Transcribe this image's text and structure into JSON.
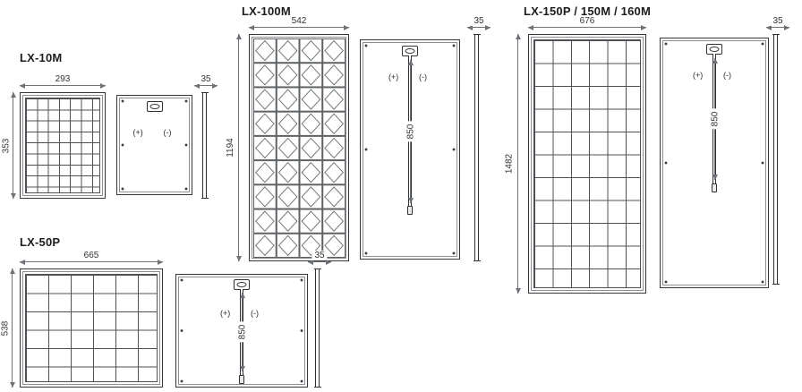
{
  "drawing": {
    "panels": [
      {
        "id": "lx-10m",
        "title": "LX-10M",
        "width": "293",
        "height": "353",
        "thickness": "35",
        "plus": "(+)",
        "minus": "(-)"
      },
      {
        "id": "lx-100m",
        "title": "LX-100M",
        "width": "542",
        "height": "1194",
        "thickness": "35",
        "cable_length": "850",
        "plus": "(+)",
        "minus": "(-)"
      },
      {
        "id": "lx-150",
        "title": "LX-150P / 150M / 160M",
        "width": "676",
        "height": "1482",
        "thickness": "35",
        "cable_length": "850",
        "plus": "(+)",
        "minus": "(-)"
      },
      {
        "id": "lx-50p",
        "title": "LX-50P",
        "width": "665",
        "height": "538",
        "thickness": "35",
        "cable_length": "850",
        "plus": "(+)",
        "minus": "(-)"
      }
    ],
    "colors": {
      "line": "#35383b",
      "dimension": "#6e7276",
      "text": "#222222",
      "background": "#ffffff"
    }
  }
}
